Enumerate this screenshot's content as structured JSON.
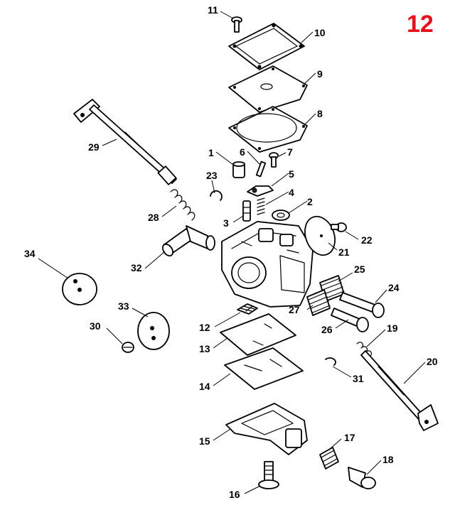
{
  "figure_number": "12",
  "figure_number_color": "#e8101a",
  "callouts": [
    "1",
    "2",
    "3",
    "4",
    "5",
    "6",
    "7",
    "8",
    "9",
    "10",
    "11",
    "12",
    "13",
    "14",
    "15",
    "16",
    "17",
    "18",
    "19",
    "20",
    "21",
    "22",
    "23",
    "24",
    "25",
    "26",
    "27",
    "28",
    "29",
    "30",
    "31",
    "32",
    "33",
    "34"
  ]
}
